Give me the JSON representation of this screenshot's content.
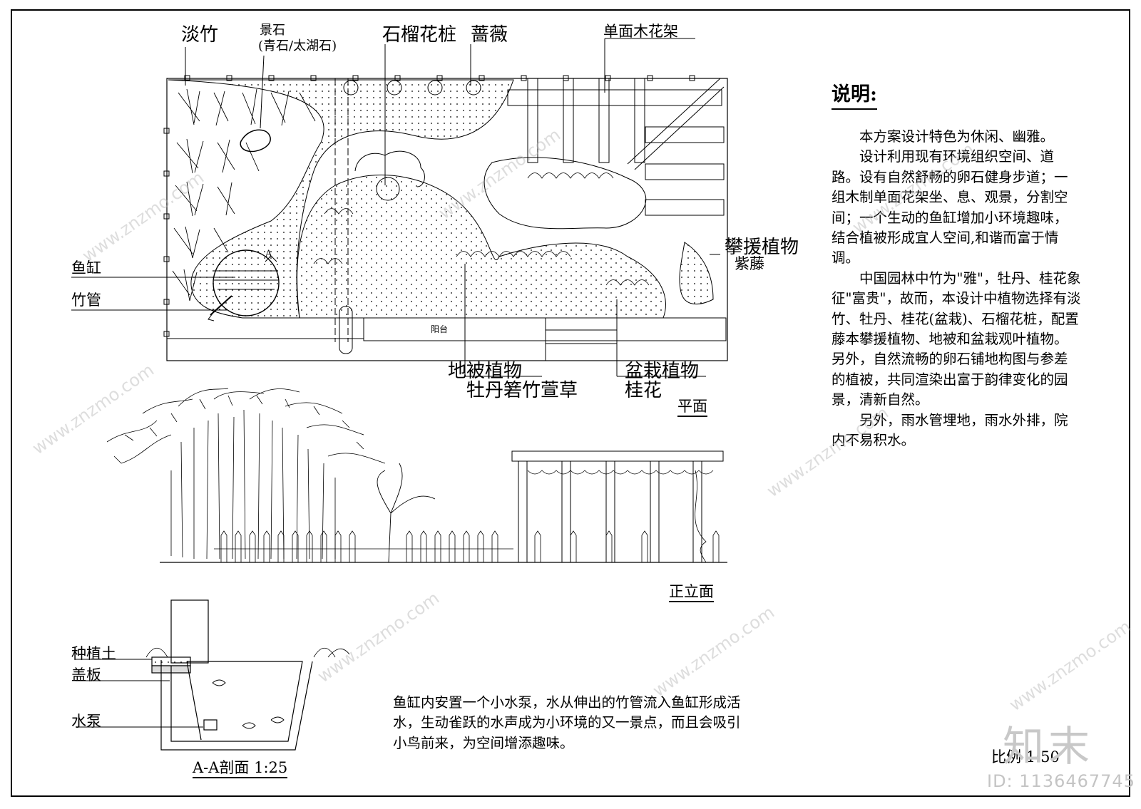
{
  "plan": {
    "labels": {
      "bamboo": "淡竹",
      "stone_line1": "景石",
      "stone_line2": "(青石/太湖石)",
      "pomegranate": "石榴花桩",
      "rose": "蔷薇",
      "trellis": "单面木花架",
      "fish_tank": "鱼缸",
      "bamboo_pipe": "竹管",
      "balcony": "阳台",
      "climbing_line1": "攀援植物",
      "climbing_line2": "紫藤",
      "ground_cover_line1": "地被植物",
      "ground_cover_line2": "牡丹箬竹萱草",
      "potted_line1": "盆栽植物",
      "potted_line2": "桂花",
      "section_marker": "A"
    },
    "title": "平面"
  },
  "elevation": {
    "title": "正立面"
  },
  "section": {
    "labels": {
      "soil": "种植土",
      "cover": "盖板",
      "pump": "水泵"
    },
    "title": "A-A剖面   1:25"
  },
  "notes": {
    "title": "说明:",
    "paragraphs": [
      "本方案设计特色为休闲、幽雅。",
      "设计利用现有环境组织空间、道路。设有自然舒畅的卵石健身步道；一组木制单面花架坐、息、观景，分割空间；一个生动的鱼缸增加小环境趣味，结合植被形成宜人空间,和谐而富于情调。",
      "中国园林中竹为\"雅\"，牡丹、桂花象征\"富贵\"，故而，本设计中植物选择有淡竹、牡丹、桂花(盆栽)、石榴花桩，配置藤本攀援植物、地被和盆栽观叶植物。另外，自然流畅的卵石铺地构图与参差的植被，共同渲染出富于韵律变化的园景，清新自然。",
      "另外，雨水管埋地，雨水外排，院内不易积水。"
    ]
  },
  "pump_note": "鱼缸内安置一个小水泵，水从伸出的竹管流入鱼缸形成活水，生动雀跃的水声成为小环境的又一景点，而且会吸引小鸟前来，为空间增添趣味。",
  "scale": "比例   1:50",
  "watermarks": {
    "site": "www.znzmo.com",
    "logo": "知末",
    "id": "ID: 1136467745"
  }
}
